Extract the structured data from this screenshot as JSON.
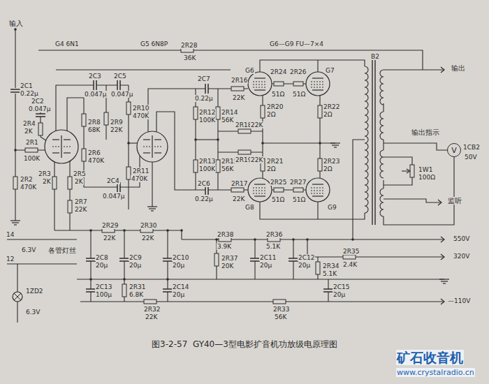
{
  "diagram": {
    "caption": "图3-2-57  GY40—3型电影扩音机功放级电原理图",
    "nodes": [
      {
        "text": [
          "V"
        ]
      }
    ],
    "labels": [
      "G4 6N1",
      "G5 6N8P",
      "G6—G9 FU—7×4",
      "2R28",
      "36K",
      "输入",
      "输出",
      "B2",
      "2C1",
      "0.22μ",
      "2C2",
      "0.047μ",
      "2C3",
      "0.047μ",
      "2R4",
      "2K",
      "2R1",
      "100K",
      "2R2",
      "470K",
      "2R3",
      "2K",
      "2R5",
      "2K",
      "2R6",
      "470K",
      "2R7",
      "22K",
      "2R8",
      "68K",
      "2R9",
      "22K",
      "2R10",
      "470K",
      "2C5",
      "0.047μ",
      "2R11",
      "470K",
      "2C4",
      "0.047μ",
      "2C7",
      "0.22μ",
      "2C6",
      "0.22μ",
      "2R12",
      "100K",
      "2R13",
      "100K",
      "2R14",
      "56K",
      "2R15",
      "56K",
      "2R16",
      "22K",
      "2R17",
      "22K",
      "2R18",
      "22K",
      "2R19",
      "22K",
      "2R20",
      "2Ω",
      "2R21",
      "2Ω",
      "2R22",
      "2Ω",
      "2R23",
      "2Ω",
      "2R24",
      "51Ω",
      "2R26",
      "51Ω",
      "2R25",
      "51Ω",
      "2R27",
      "51Ω",
      "2R29",
      "22K",
      "2R30",
      "22K",
      "2R38",
      "3.9K",
      "2R36",
      "5.1K",
      "2R35",
      "2.4K",
      "2R37",
      "20K",
      "2R34",
      "5.1K",
      "2C8",
      "20μ",
      "2C9",
      "20μ",
      "2C10",
      "20μ",
      "2C11",
      "20μ",
      "2C12",
      "20μ",
      "2C13",
      "100μ",
      "2R31",
      "6.8K",
      "2C14",
      "20μ",
      "2C15",
      "20μ",
      "2R32",
      "22K",
      "2R33",
      "56K",
      "14",
      "12",
      "6.3V",
      "各管灯丝",
      "1ZD2",
      "6.3V",
      "550V",
      "320V",
      "—110V",
      "输出指示",
      "1CB2",
      "50V",
      "1W1",
      "100Ω",
      "监听",
      "矿石收音机",
      "www.crystalradio.cn",
      "G6",
      "G7",
      "G8",
      "G9"
    ]
  }
}
